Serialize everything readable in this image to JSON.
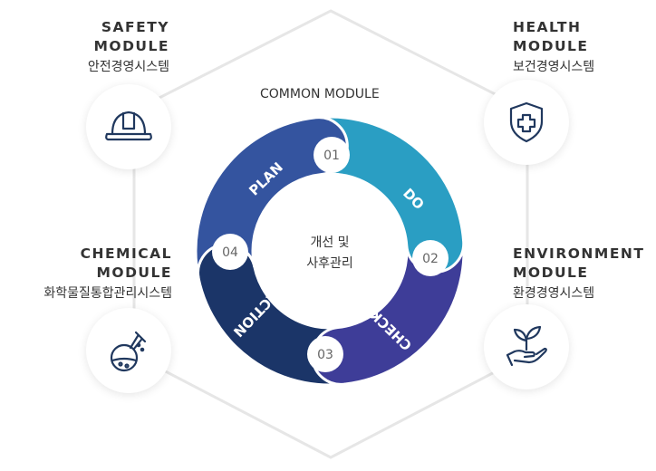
{
  "modules": {
    "safety": {
      "title_line1": "SAFETY",
      "title_line2": "MODULE",
      "subtitle": "안전경영시스템"
    },
    "health": {
      "title_line1": "HEALTH",
      "title_line2": "MODULE",
      "subtitle": "보건경영시스템"
    },
    "chemical": {
      "title_line1": "CHEMICAL",
      "title_line2": "MODULE",
      "subtitle": "화학물질통합관리시스템"
    },
    "environment": {
      "title_line1": "ENVIRONMENT",
      "title_line2": "MODULE",
      "subtitle": "환경경영시스템"
    }
  },
  "common_module": "COMMON MODULE",
  "center": {
    "line1": "개선 및",
    "line2": "사후관리"
  },
  "cycle": [
    {
      "number": "01",
      "label": "PLAN"
    },
    {
      "number": "02",
      "label": "DO"
    },
    {
      "number": "03",
      "label": "CHECK"
    },
    {
      "number": "04",
      "label": "ACTION"
    }
  ],
  "colors": {
    "plan": "#34549f",
    "do": "#2a9ec3",
    "check": "#3e3d98",
    "action": "#1b3568",
    "hexagon": "#e6e6e6",
    "icon": "#20385e"
  },
  "icons": {
    "safety": "hard-hat-icon",
    "health": "medical-shield-icon",
    "chemical": "flask-icon",
    "environment": "plant-in-hand-icon"
  }
}
